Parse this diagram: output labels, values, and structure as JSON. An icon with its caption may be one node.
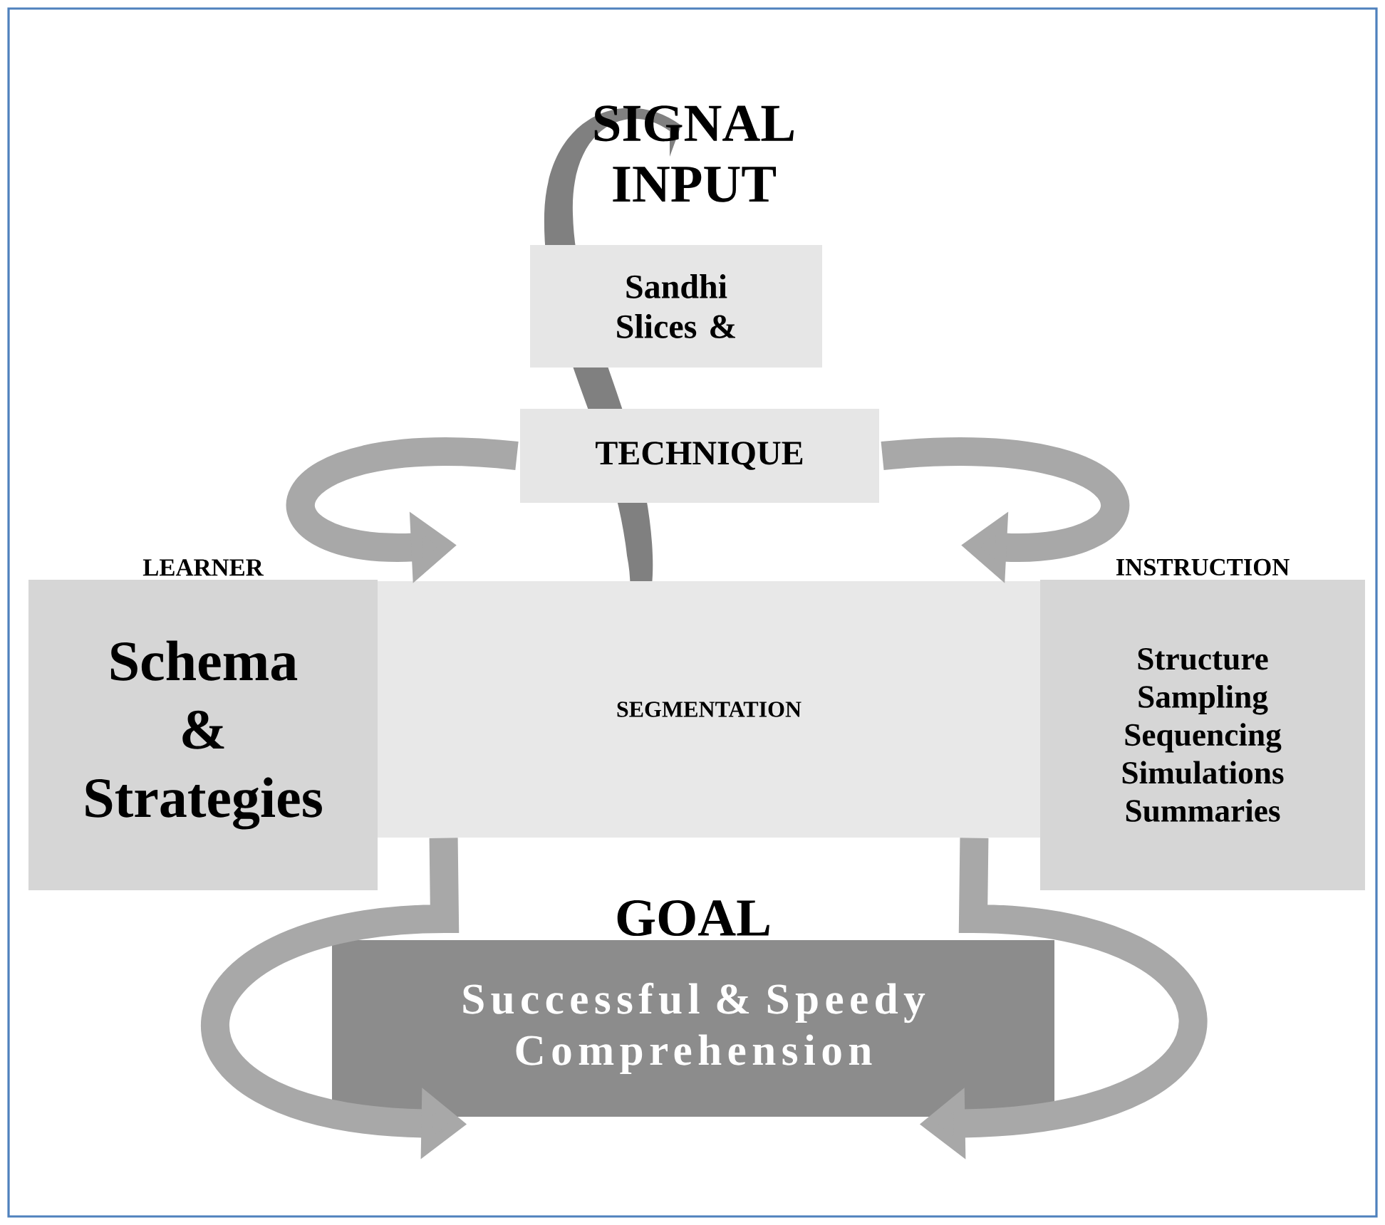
{
  "diagram": {
    "title": "SIGNAL INPUT",
    "nodes": [
      {
        "text": [
          "Sandhi Slices &"
        ]
      },
      {
        "text": [
          "TECHNIQUE"
        ]
      },
      {
        "text": [
          "LEARNER",
          "Schema & Strategies"
        ]
      },
      {
        "text": [
          "SEGMENTATION"
        ]
      },
      {
        "text": [
          "INSTRUCTION",
          "Structure Sampling Sequencing Simulations Summaries"
        ]
      },
      {
        "text": [
          "GOAL",
          "Successful & Speedy Comprehension"
        ]
      }
    ],
    "edges": [
      {
        "from": 1,
        "to": 3,
        "arrow": "to"
      },
      {
        "from": 1,
        "to": 3,
        "arrow": "to"
      },
      {
        "from": 3,
        "to": 5,
        "arrow": "to"
      },
      {
        "from": 3,
        "to": 5,
        "arrow": "to"
      }
    ]
  }
}
